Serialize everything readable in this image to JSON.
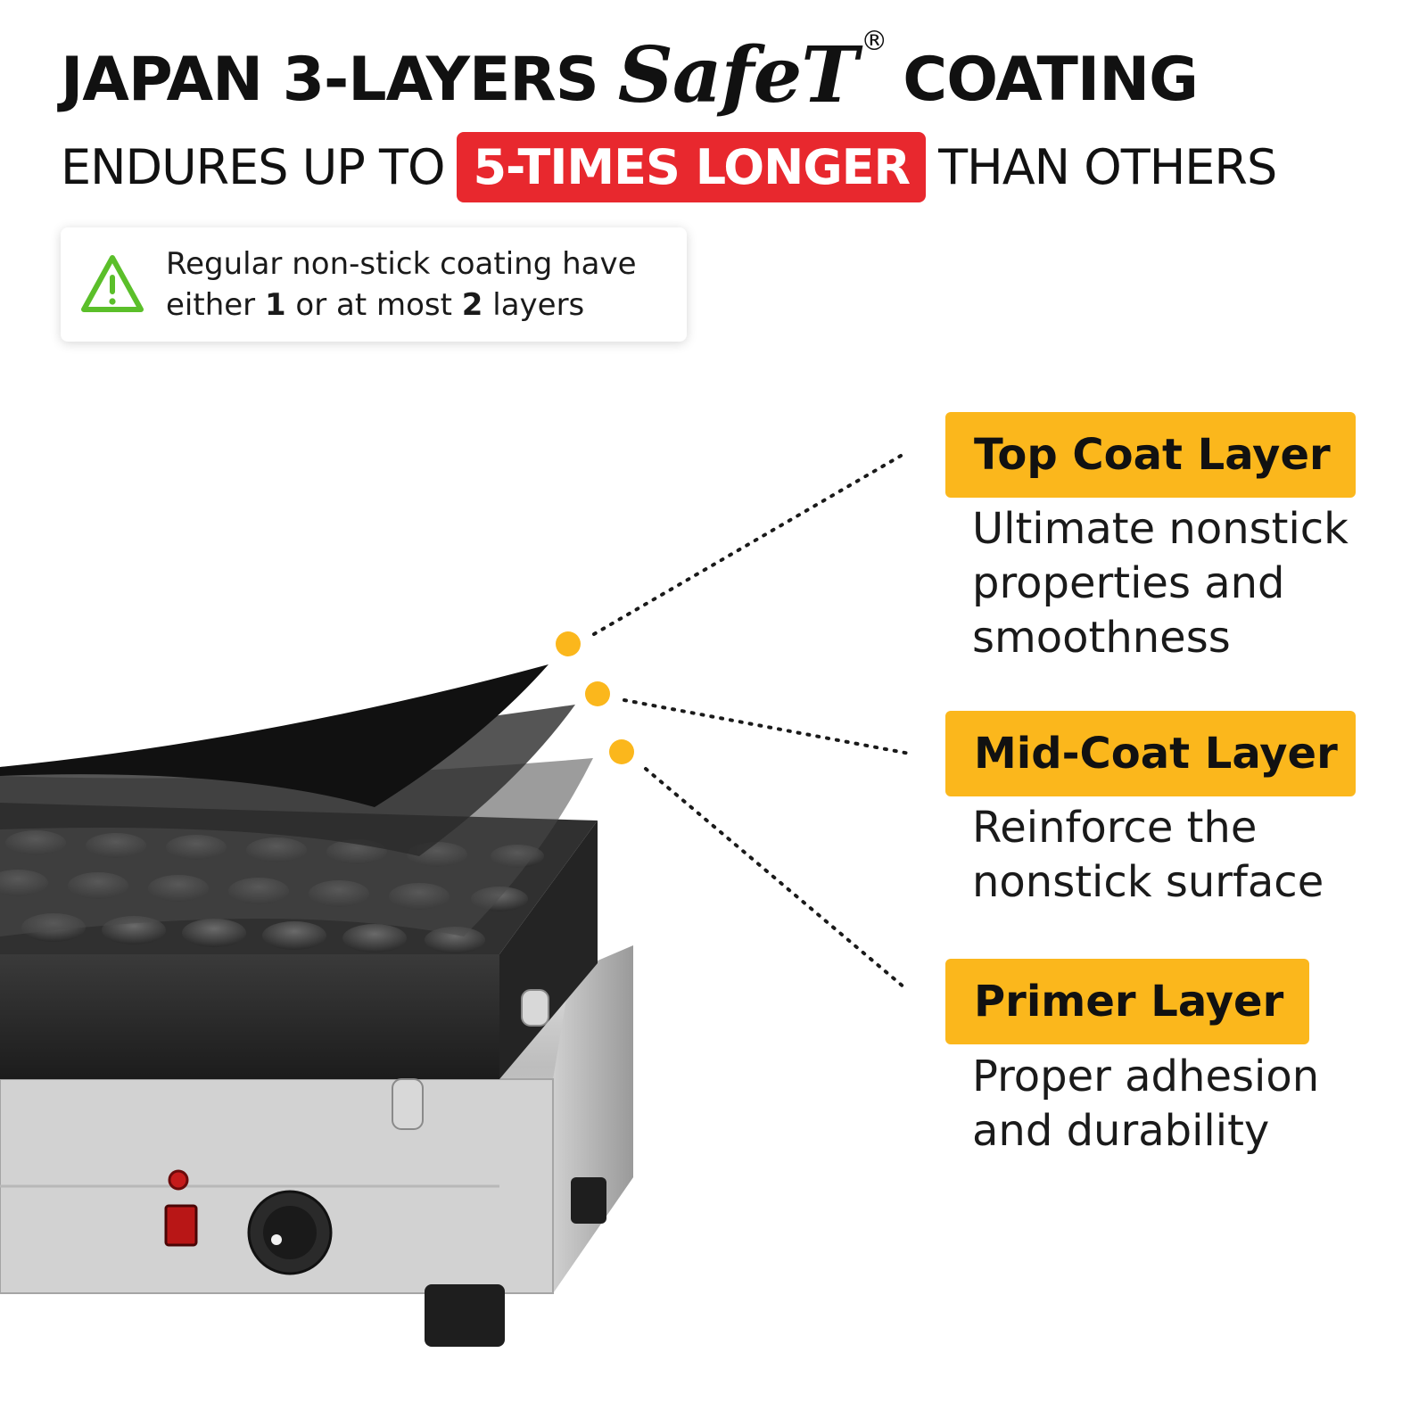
{
  "header": {
    "title_prefix": "JAPAN 3-LAYERS",
    "brand": "SafeT",
    "brand_mark": "®",
    "title_suffix": "COATING",
    "subtitle_pre": "ENDURES UP TO",
    "subtitle_highlight": "5-TIMES LONGER",
    "subtitle_post": "THAN OTHERS"
  },
  "note": {
    "icon": "warning-triangle-icon",
    "line1": "Regular non-stick coating have",
    "line2_pre": "either ",
    "count1": "1",
    "line2_mid": " or at most ",
    "count2": "2",
    "line2_post": " layers"
  },
  "layers": [
    {
      "label": "Top Coat Layer",
      "desc1": "Ultimate nonstick",
      "desc2": "properties and",
      "desc3": "smoothness"
    },
    {
      "label": "Mid-Coat Layer",
      "desc1": "Reinforce the",
      "desc2": "nonstick surface"
    },
    {
      "label": "Primer Layer",
      "desc1": "Proper adhesion",
      "desc2": "and durability"
    }
  ],
  "colors": {
    "accent_orange": "#fbb71c",
    "highlight_red": "#e8282e",
    "warning_green": "#5bbf2a",
    "text_dark": "#111111"
  }
}
